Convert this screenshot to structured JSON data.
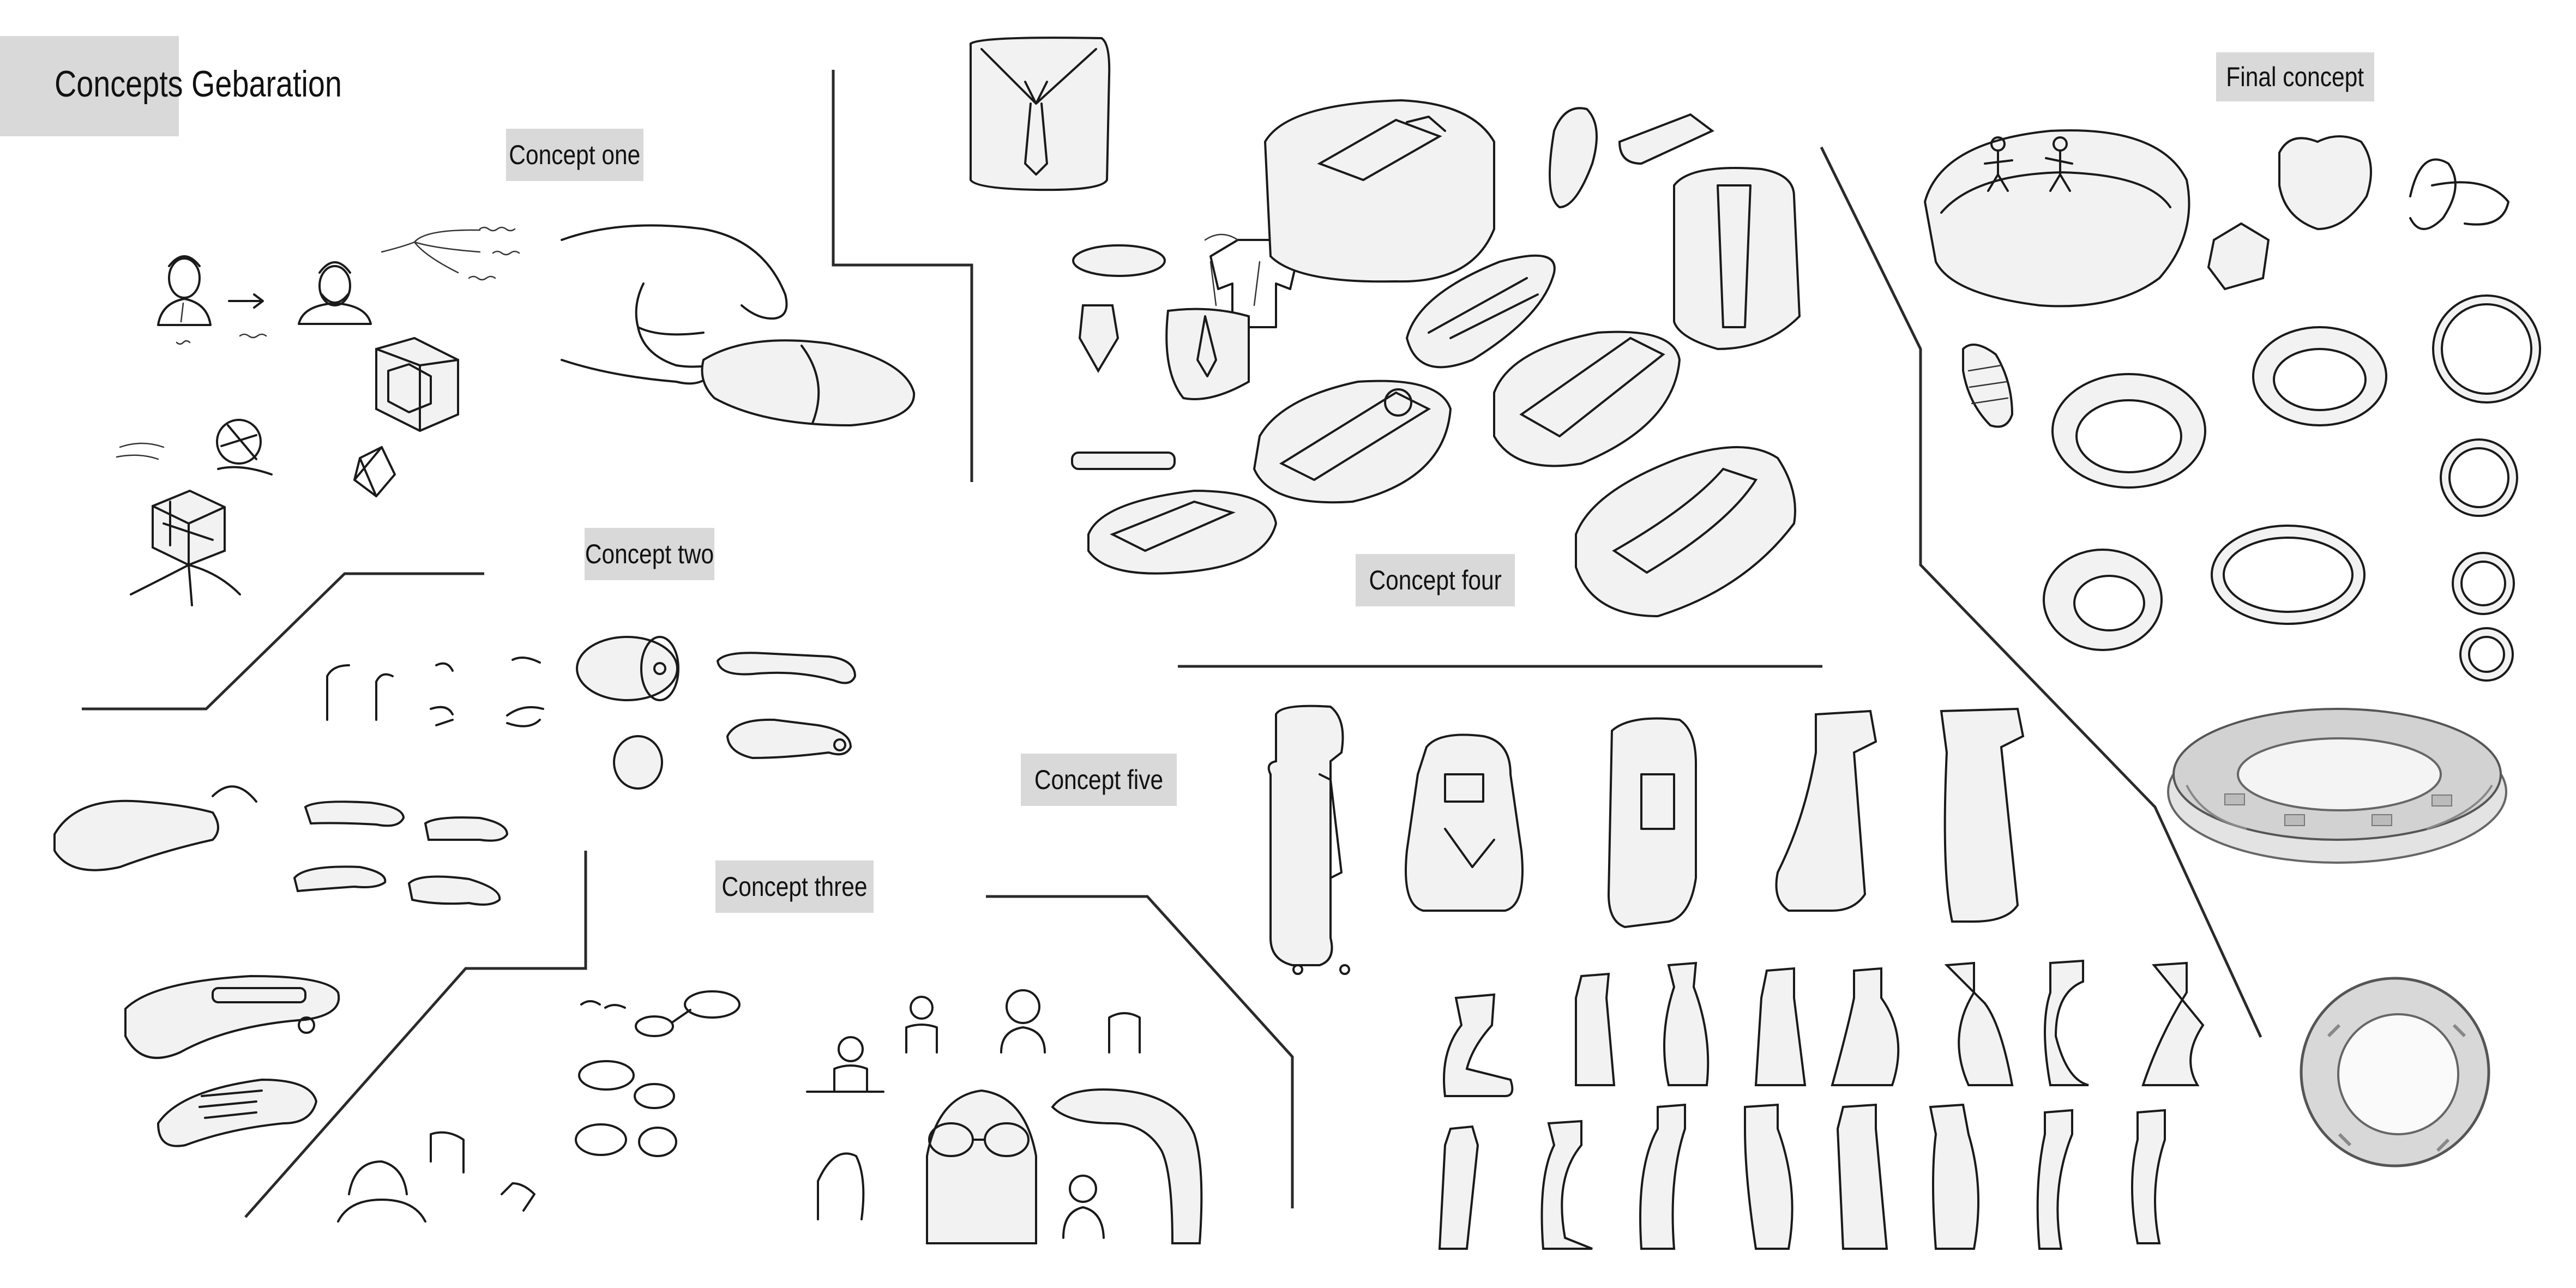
{
  "board": {
    "title": "Concepts Gebaration",
    "labels": {
      "concept_one": "Concept one",
      "concept_two": "Concept two",
      "concept_three": "Concept three",
      "concept_four": "Concept four",
      "concept_five": "Concept five",
      "final_concept": "Final concept"
    }
  },
  "colors": {
    "background": "#ffffff",
    "label_fill": "#d9d9d9",
    "ink": "#1a1a1a"
  }
}
